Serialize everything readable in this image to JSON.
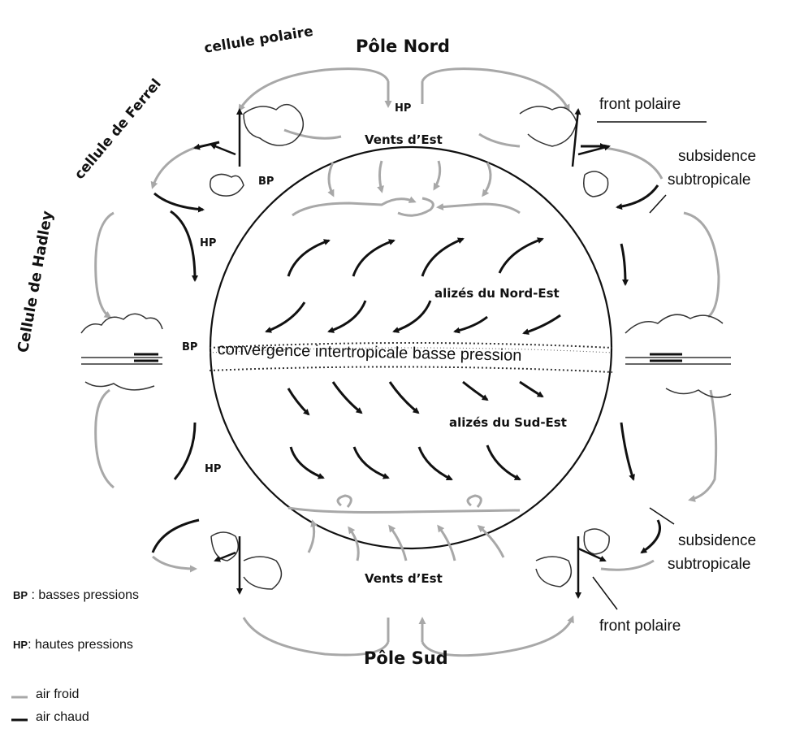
{
  "labels": {
    "pole_nord": "Pôle Nord",
    "pole_sud": "Pôle Sud",
    "cellule_polaire": "cellule polaire",
    "cellule_ferrel": "cellule de Ferrel",
    "cellule_hadley": "Cellule de Hadley",
    "hp": "HP",
    "bp": "BP",
    "vents_est": "Vents d’Est",
    "front_polaire": "front polaire",
    "subsidence": "subsidence",
    "subtropicale": "subtropicale",
    "alizes_ne": "alizés du Nord-Est",
    "alizes_se": "alizés du Sud-Est",
    "convergence": "convergence intertropicale basse pression"
  },
  "legend": {
    "bp_abbr": "BP",
    "bp_text": " : basses pressions",
    "hp_abbr": "HP",
    "hp_text": ": hautes pressions",
    "air_froid": "air froid",
    "air_chaud": "air chaud"
  },
  "colors": {
    "cold_air": "#a8a8a8",
    "warm_air": "#111111",
    "globe_outline": "#111111"
  }
}
